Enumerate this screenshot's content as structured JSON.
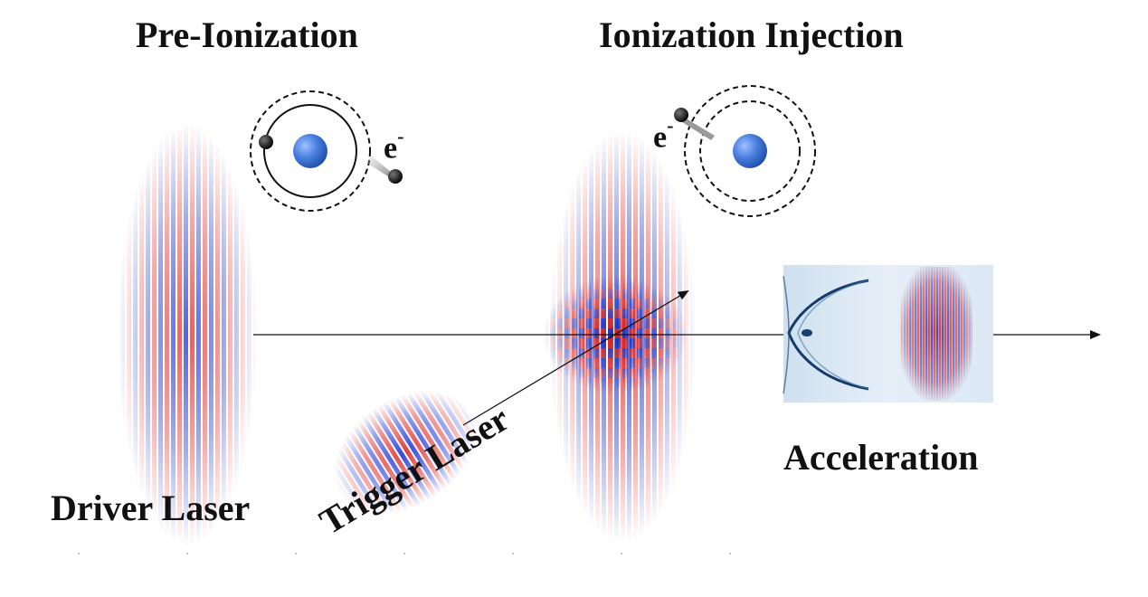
{
  "labels": {
    "pre_ionization": "Pre-Ionization",
    "ionization_injection": "Ionization Injection",
    "driver_laser": "Driver Laser",
    "trigger_laser": "Trigger Laser",
    "acceleration": "Acceleration",
    "electron": "e",
    "electron_charge": "-"
  },
  "colors": {
    "nucleus": "#3a6fd0",
    "wave_red": "#e03030",
    "wave_blue": "#2a3fd0",
    "plasma_blue": "#1a3a7a",
    "line": "#111111"
  }
}
